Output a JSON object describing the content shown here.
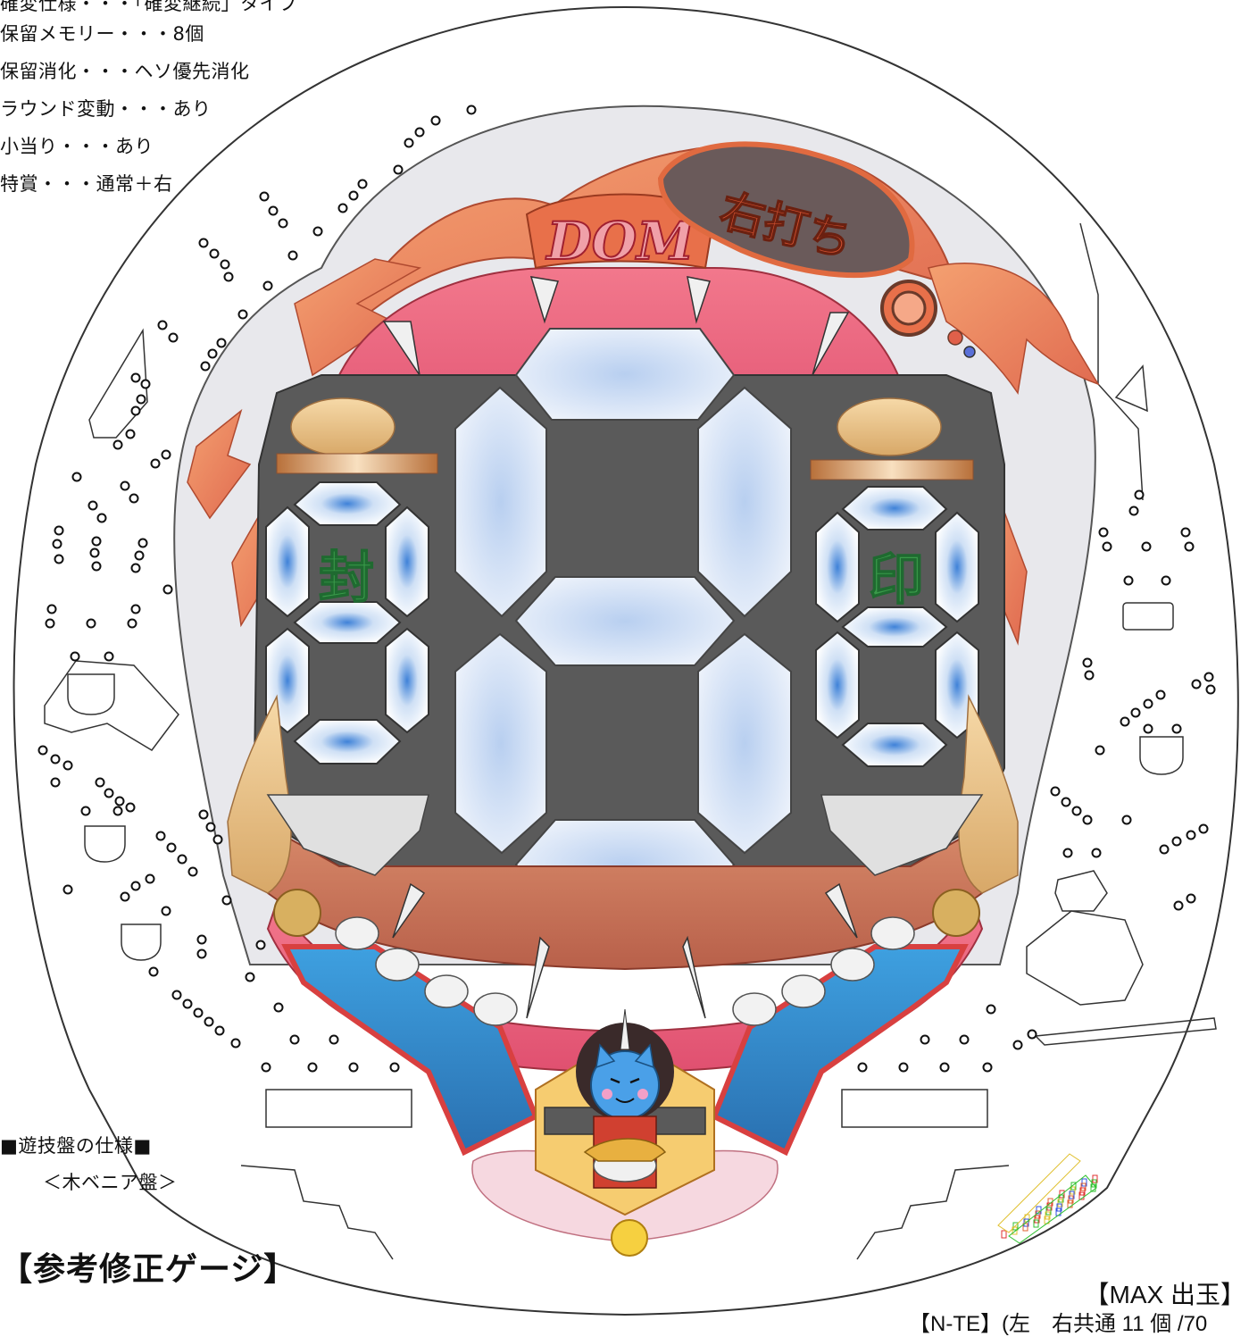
{
  "specs": {
    "line1": "確変仕様・・・「確変継続」タイプ",
    "memory": "保留メモリー・・・8個",
    "consume": "保留消化・・・ヘソ優先消化",
    "round": "ラウンド変動・・・あり",
    "small_hit": "小当り・・・あり",
    "special": "特賞・・・通常＋右"
  },
  "board_spec": {
    "heading": "■遊技盤の仕様■",
    "material": "＜木ベニア盤＞"
  },
  "gauge_title": "【参考修正ゲージ】",
  "max_out": "【MAX 出玉】",
  "bottom_line": "【N-TE】(左　右共通 11 個 /70",
  "reel_marks": {
    "left": "封",
    "right": "印"
  },
  "logo": {
    "main": "DOM",
    "sub": "右打ち"
  },
  "colors": {
    "board_fill": "#e8e8ec",
    "frame_red": "#e06070",
    "frame_orange": "#ef8a60",
    "segment_dark": "#5a5a5a",
    "segment_light": "#dde8f5",
    "segment_glow": "#7fb0e0",
    "kanji_green": "#3a9a4a",
    "cat_blue": "#4aa0e8",
    "gold": "#e8c040"
  },
  "icons": [
    "cat-mascot-icon",
    "pin-icon",
    "tulip-pocket-icon"
  ]
}
